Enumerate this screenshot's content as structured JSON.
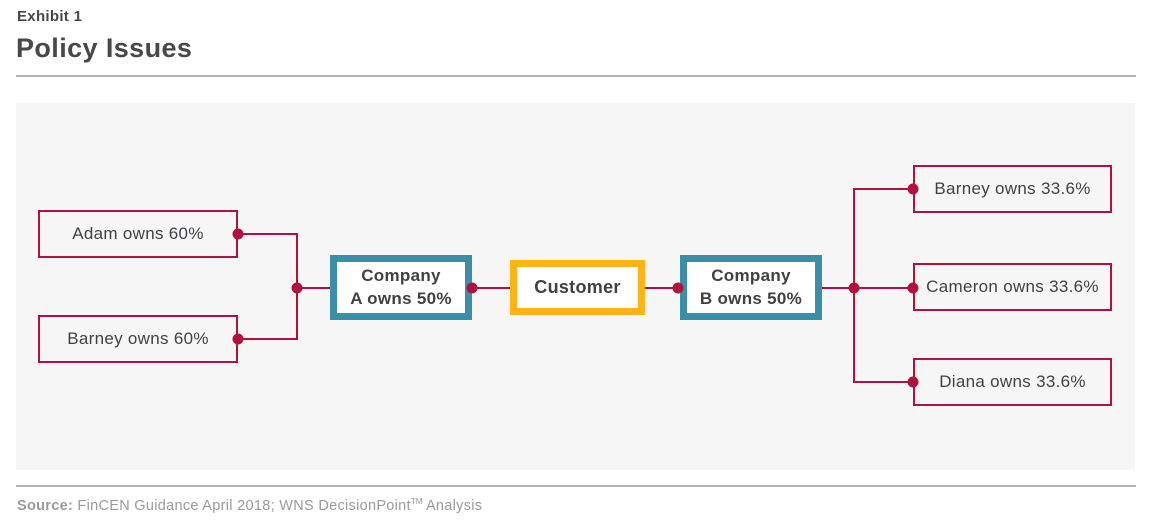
{
  "colors": {
    "crimson": "#b0123d",
    "teal": "#3c8ea8",
    "yellow": "#fcb515",
    "panel_bg": "#f6f6f7",
    "heading_text": "#48484a",
    "node_text": "#404145",
    "source_text": "#9a9a9a",
    "divider": "#b3b3b3"
  },
  "header": {
    "exhibit_label": "Exhibit 1",
    "title": "Policy Issues"
  },
  "diagram": {
    "left_owners": [
      {
        "label": "Adam owns 60%"
      },
      {
        "label": "Barney owns 60%"
      }
    ],
    "company_a": {
      "line1": "Company",
      "line2": "A owns 50%"
    },
    "customer": {
      "label": "Customer"
    },
    "company_b": {
      "line1": "Company",
      "line2": "B owns 50%"
    },
    "right_owners": [
      {
        "label": "Barney owns 33.6%"
      },
      {
        "label": "Cameron owns 33.6%"
      },
      {
        "label": "Diana owns 33.6%"
      }
    ]
  },
  "source": {
    "prefix": "Source:",
    "text": " FinCEN Guidance April 2018; WNS DecisionPoint",
    "trademark": "TM",
    "suffix": " Analysis"
  }
}
